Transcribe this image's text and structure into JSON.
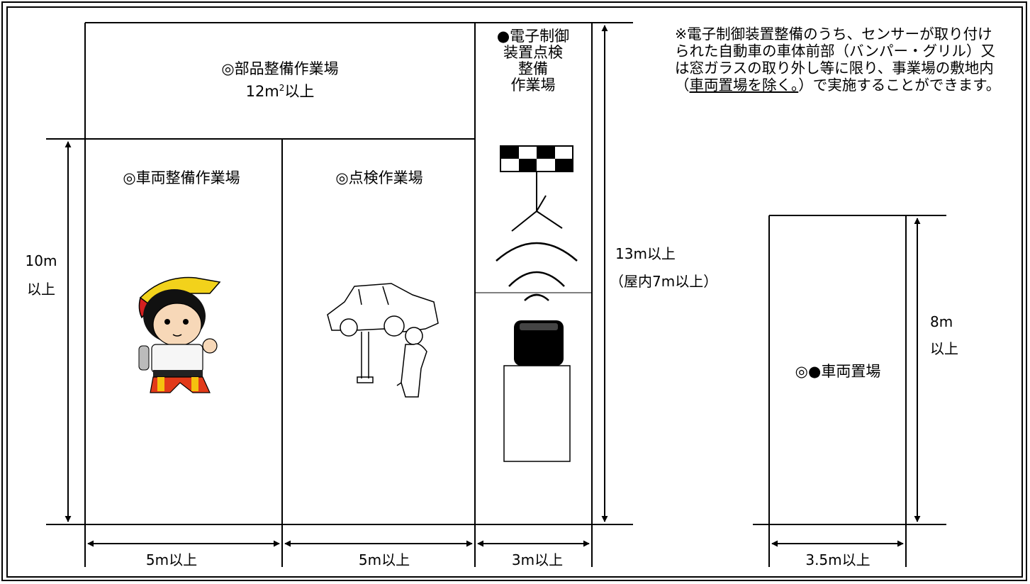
{
  "areas": {
    "parts": {
      "line1": "◎部品整備作業場",
      "area": "12m",
      "sup": "2",
      "suffix": "以上"
    },
    "vehicle_maintenance": "◎車両整備作業場",
    "inspection": "◎点検作業場",
    "electronic": [
      "●電子制御",
      "装置点検",
      "整備",
      "作業場"
    ],
    "parking": "◎●車両置場"
  },
  "dimensions": {
    "height_10": [
      "10m",
      "以上"
    ],
    "height_13": [
      "13m以上",
      "（屋内7m以上）"
    ],
    "height_8": [
      "8m",
      "以上"
    ],
    "width_5a": "5m以上",
    "width_5b": "5m以上",
    "width_3": "3m以上",
    "width_35": "3.5m以上"
  },
  "note": {
    "prefix": "※電子制御装置整備のうち、センサーが取り付けられた自動車の車体前部（バンパー・グリル）又は窓ガラスの取り外し等に限り、事業場の敷地内（",
    "underlined": "車両置場を除く。",
    "suffix": "）で実施することができます。"
  }
}
